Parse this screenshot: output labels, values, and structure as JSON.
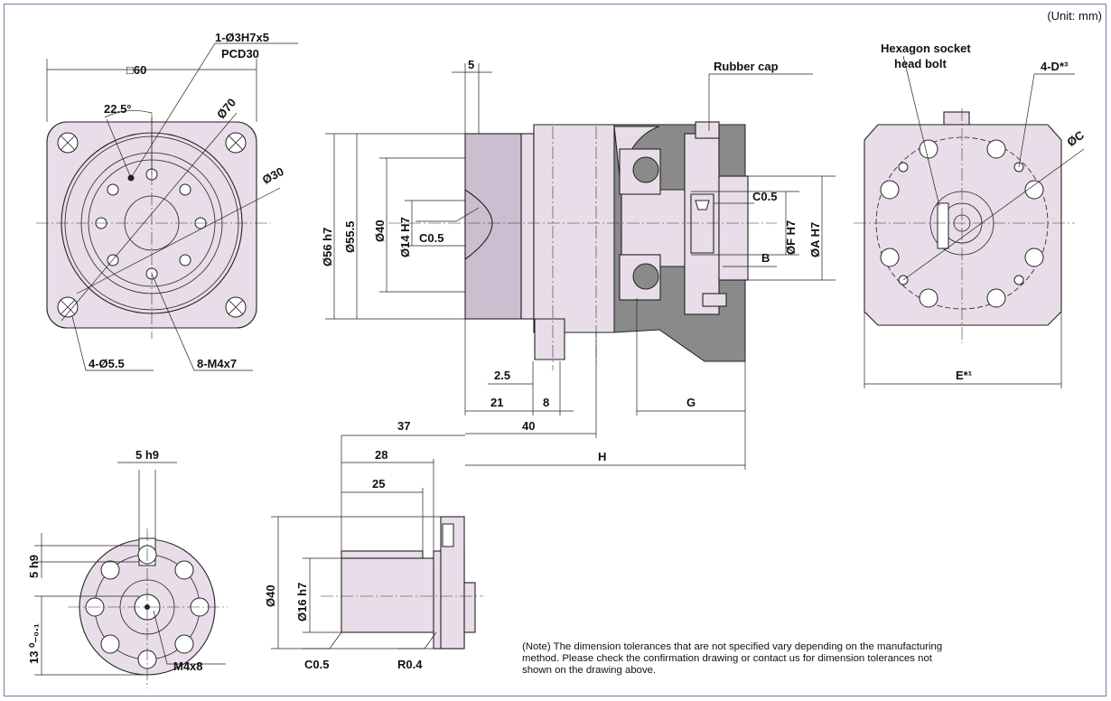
{
  "unit_label": "(Unit: mm)",
  "labels": {
    "square_60": "□60",
    "hole_1": "1-Ø3H7x5",
    "pcd30": "PCD30",
    "angle": "22.5°",
    "d70": "Ø70",
    "d30": "Ø30",
    "holes_4": "4-Ø5.5",
    "m4x7": "8-M4x7",
    "dim5": "5",
    "rubber_cap": "Rubber cap",
    "d56": "Ø56 h7",
    "d55_5": "Ø55.5",
    "d40a": "Ø40",
    "d14": "Ø14 H7",
    "c05a": "C0.5",
    "c05b": "C0.5",
    "df": "ØF H7",
    "da": "ØA H7",
    "b": "B",
    "dim2_5": "2.5",
    "dim21": "21",
    "dim8": "8",
    "dim40": "40",
    "g": "G",
    "dim37": "37",
    "h": "H",
    "dim28": "28",
    "dim25": "25",
    "hex1": "Hexagon socket",
    "hex2": "head bolt",
    "d_holes": "4-D*³",
    "dc": "ØC",
    "e": "E*¹",
    "h9a": "5 h9",
    "h9b": "5 h9",
    "tol13": "13 ⁰₋₀.₁",
    "m4x8": "M4x8",
    "d40b": "Ø40",
    "d16": "Ø16 h7",
    "c05c": "C0.5",
    "r04": "R0.4"
  },
  "note": {
    "line1": "(Note) The dimension tolerances that are not specified vary depending on the manufacturing",
    "line2": "method. Please check the confirmation drawing or contact us for dimension tolerances not",
    "line3": "shown on the drawing above."
  },
  "colors": {
    "border": "#8b6ea0",
    "part": "#e8dde8",
    "section": "#8a8a8a"
  }
}
